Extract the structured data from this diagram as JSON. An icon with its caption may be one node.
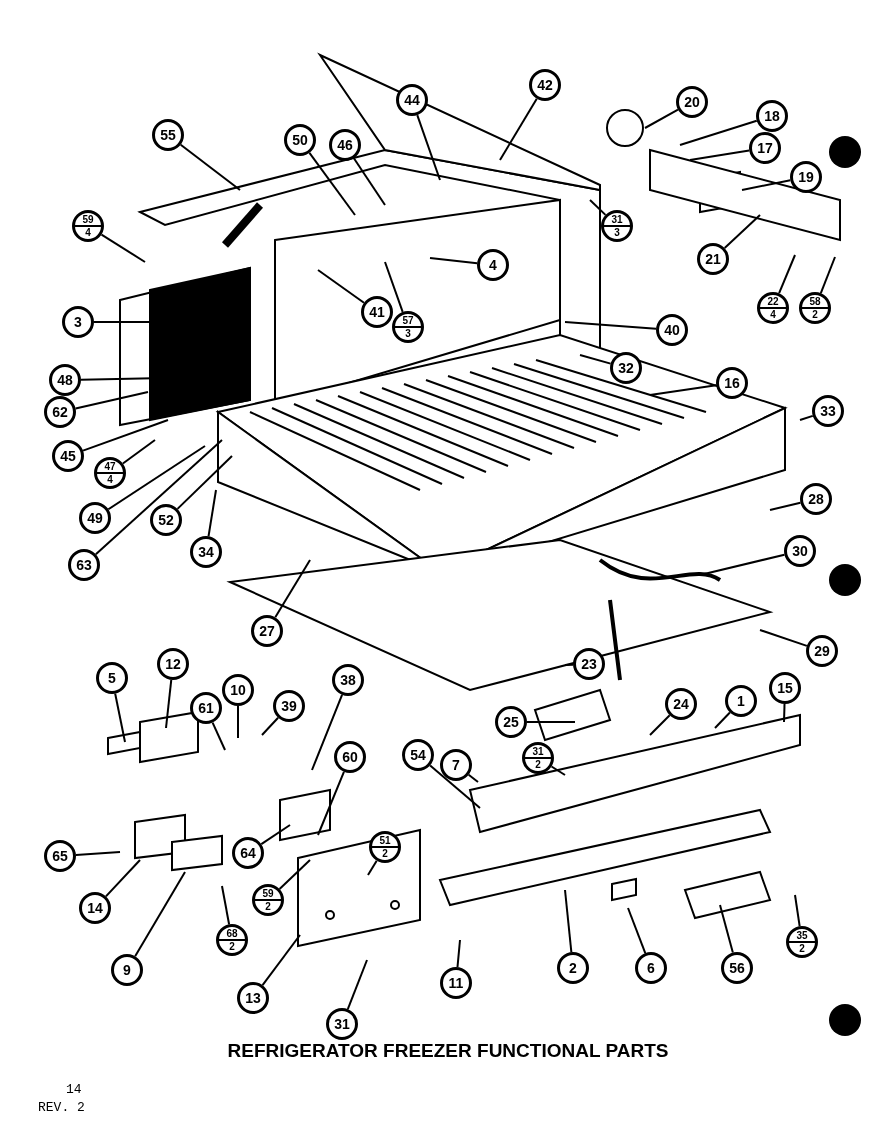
{
  "diagram": {
    "title": "REFRIGERATOR FREEZER FUNCTIONAL PARTS",
    "nodes": [
      {
        "text": [
          "55"
        ]
      },
      {
        "text": [
          "50"
        ]
      },
      {
        "text": [
          "46"
        ]
      },
      {
        "text": [
          "44"
        ]
      },
      {
        "text": [
          "42"
        ]
      },
      {
        "text": [
          "20"
        ]
      },
      {
        "text": [
          "18"
        ]
      },
      {
        "text": [
          "17"
        ]
      },
      {
        "text": [
          "19"
        ]
      },
      {
        "text": [
          "31",
          "3"
        ]
      },
      {
        "text": [
          "59",
          "4"
        ]
      },
      {
        "text": [
          "4"
        ]
      },
      {
        "text": [
          "41"
        ]
      },
      {
        "text": [
          "57",
          "3"
        ]
      },
      {
        "text": [
          "21"
        ]
      },
      {
        "text": [
          "22",
          "4"
        ]
      },
      {
        "text": [
          "58",
          "2"
        ]
      },
      {
        "text": [
          "3"
        ]
      },
      {
        "text": [
          "40"
        ]
      },
      {
        "text": [
          "48"
        ]
      },
      {
        "text": [
          "32"
        ]
      },
      {
        "text": [
          "16"
        ]
      },
      {
        "text": [
          "62"
        ]
      },
      {
        "text": [
          "33"
        ]
      },
      {
        "text": [
          "45"
        ]
      },
      {
        "text": [
          "47",
          "4"
        ]
      },
      {
        "text": [
          "49"
        ]
      },
      {
        "text": [
          "52"
        ]
      },
      {
        "text": [
          "63"
        ]
      },
      {
        "text": [
          "28"
        ]
      },
      {
        "text": [
          "34"
        ]
      },
      {
        "text": [
          "30"
        ]
      },
      {
        "text": [
          "27"
        ]
      },
      {
        "text": [
          "29"
        ]
      },
      {
        "text": [
          "12"
        ]
      },
      {
        "text": [
          "5"
        ]
      },
      {
        "text": [
          "23"
        ]
      },
      {
        "text": [
          "10"
        ]
      },
      {
        "text": [
          "61"
        ]
      },
      {
        "text": [
          "39"
        ]
      },
      {
        "text": [
          "38"
        ]
      },
      {
        "text": [
          "60"
        ]
      },
      {
        "text": [
          "25"
        ]
      },
      {
        "text": [
          "24"
        ]
      },
      {
        "text": [
          "1"
        ]
      },
      {
        "text": [
          "15"
        ]
      },
      {
        "text": [
          "54"
        ]
      },
      {
        "text": [
          "7"
        ]
      },
      {
        "text": [
          "31",
          "2"
        ]
      },
      {
        "text": [
          "51",
          "2"
        ]
      },
      {
        "text": [
          "65"
        ]
      },
      {
        "text": [
          "64"
        ]
      },
      {
        "text": [
          "59",
          "2"
        ]
      },
      {
        "text": [
          "35",
          "2"
        ]
      },
      {
        "text": [
          "14"
        ]
      },
      {
        "text": [
          "68",
          "2"
        ]
      },
      {
        "text": [
          "9"
        ]
      },
      {
        "text": [
          "13"
        ]
      },
      {
        "text": [
          "2"
        ]
      },
      {
        "text": [
          "6"
        ]
      },
      {
        "text": [
          "56"
        ]
      },
      {
        "text": [
          "31"
        ]
      },
      {
        "text": [
          "11"
        ]
      }
    ],
    "edges": [
      {
        "from": 0,
        "to": null,
        "arrow": "none"
      },
      {
        "from": 1,
        "to": null,
        "arrow": "none"
      },
      {
        "from": 2,
        "to": null,
        "arrow": "none"
      },
      {
        "from": 3,
        "to": null,
        "arrow": "none"
      },
      {
        "from": 4,
        "to": null,
        "arrow": "none"
      },
      {
        "from": 5,
        "to": null,
        "arrow": "none"
      },
      {
        "from": 6,
        "to": null,
        "arrow": "none"
      },
      {
        "from": 7,
        "to": null,
        "arrow": "none"
      },
      {
        "from": 8,
        "to": null,
        "arrow": "none"
      },
      {
        "from": 9,
        "to": null,
        "arrow": "none"
      },
      {
        "from": 10,
        "to": null,
        "arrow": "none"
      },
      {
        "from": 11,
        "to": null,
        "arrow": "none"
      },
      {
        "from": 12,
        "to": null,
        "arrow": "none"
      },
      {
        "from": 13,
        "to": null,
        "arrow": "none"
      },
      {
        "from": 14,
        "to": null,
        "arrow": "none"
      },
      {
        "from": 15,
        "to": null,
        "arrow": "none"
      },
      {
        "from": 16,
        "to": null,
        "arrow": "none"
      },
      {
        "from": 17,
        "to": null,
        "arrow": "none"
      },
      {
        "from": 18,
        "to": null,
        "arrow": "none"
      },
      {
        "from": 19,
        "to": null,
        "arrow": "none"
      },
      {
        "from": 20,
        "to": null,
        "arrow": "none"
      },
      {
        "from": 21,
        "to": null,
        "arrow": "none"
      },
      {
        "from": 22,
        "to": null,
        "arrow": "none"
      },
      {
        "from": 23,
        "to": null,
        "arrow": "none"
      },
      {
        "from": 24,
        "to": null,
        "arrow": "none"
      },
      {
        "from": 25,
        "to": null,
        "arrow": "none"
      },
      {
        "from": 26,
        "to": null,
        "arrow": "none"
      },
      {
        "from": 27,
        "to": null,
        "arrow": "none"
      },
      {
        "from": 28,
        "to": null,
        "arrow": "none"
      },
      {
        "from": 29,
        "to": null,
        "arrow": "none"
      },
      {
        "from": 30,
        "to": null,
        "arrow": "none"
      },
      {
        "from": 31,
        "to": null,
        "arrow": "none"
      },
      {
        "from": 32,
        "to": null,
        "arrow": "none"
      },
      {
        "from": 33,
        "to": null,
        "arrow": "none"
      },
      {
        "from": 34,
        "to": null,
        "arrow": "none"
      },
      {
        "from": 35,
        "to": null,
        "arrow": "none"
      },
      {
        "from": 36,
        "to": null,
        "arrow": "none"
      },
      {
        "from": 37,
        "to": null,
        "arrow": "none"
      },
      {
        "from": 38,
        "to": null,
        "arrow": "none"
      },
      {
        "from": 39,
        "to": null,
        "arrow": "none"
      },
      {
        "from": 40,
        "to": null,
        "arrow": "none"
      },
      {
        "from": 41,
        "to": null,
        "arrow": "none"
      },
      {
        "from": 42,
        "to": null,
        "arrow": "none"
      },
      {
        "from": 43,
        "to": null,
        "arrow": "none"
      },
      {
        "from": 44,
        "to": null,
        "arrow": "none"
      },
      {
        "from": 45,
        "to": null,
        "arrow": "none"
      },
      {
        "from": 46,
        "to": null,
        "arrow": "none"
      },
      {
        "from": 47,
        "to": null,
        "arrow": "none"
      },
      {
        "from": 48,
        "to": null,
        "arrow": "none"
      },
      {
        "from": 49,
        "to": null,
        "arrow": "none"
      },
      {
        "from": 50,
        "to": null,
        "arrow": "none"
      },
      {
        "from": 51,
        "to": null,
        "arrow": "none"
      },
      {
        "from": 52,
        "to": null,
        "arrow": "none"
      },
      {
        "from": 53,
        "to": null,
        "arrow": "none"
      },
      {
        "from": 54,
        "to": null,
        "arrow": "none"
      },
      {
        "from": 55,
        "to": null,
        "arrow": "none"
      },
      {
        "from": 56,
        "to": null,
        "arrow": "none"
      },
      {
        "from": 57,
        "to": null,
        "arrow": "none"
      },
      {
        "from": 58,
        "to": null,
        "arrow": "none"
      },
      {
        "from": 59,
        "to": null,
        "arrow": "none"
      },
      {
        "from": 60,
        "to": null,
        "arrow": "none"
      },
      {
        "from": 61,
        "to": null,
        "arrow": "none"
      },
      {
        "from": 62,
        "to": null,
        "arrow": "none"
      }
    ],
    "labels": [
      "14",
      "REV. 2"
    ]
  }
}
